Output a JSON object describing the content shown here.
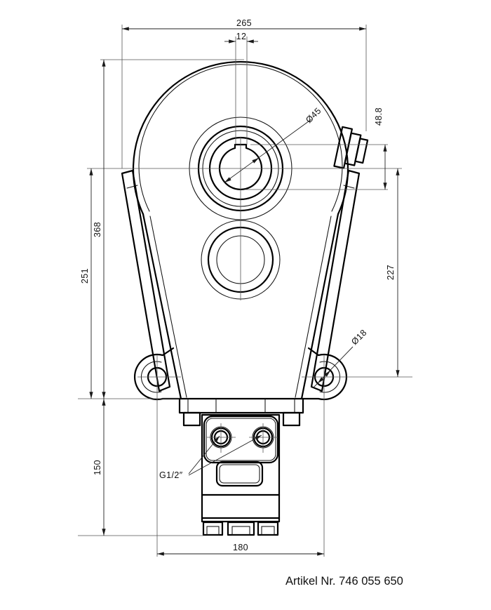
{
  "drawing": {
    "type": "technical-drawing-gearbox-front-view",
    "dimensions": {
      "overall_width": "265",
      "keyway_width": "12",
      "overall_height": "368",
      "shaft_center_to_base": "251",
      "base_to_pump_bottom": "150",
      "shaft_center_to_ear_hole": "227",
      "bore_keyway_height": "48.8",
      "ear_hole_spacing": "180"
    },
    "labels": {
      "shaft_bore_diameter": "Ø45",
      "ear_hole_diameter": "Ø18",
      "port_thread": "G1/2″"
    },
    "footer": {
      "article_number": "Artikel Nr. 746 055 650"
    }
  }
}
